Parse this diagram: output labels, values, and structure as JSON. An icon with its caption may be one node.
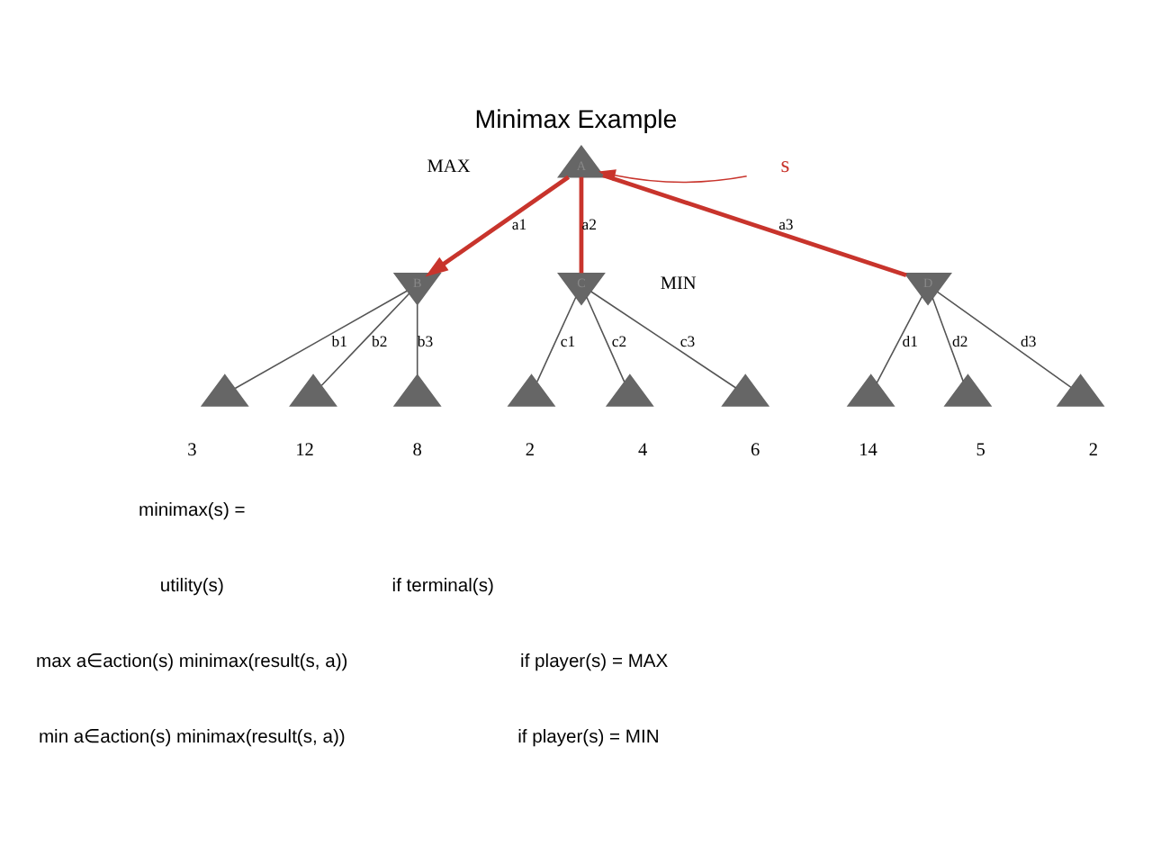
{
  "diagram": {
    "title": "Minimax Example",
    "nodes": [
      {
        "text": [
          "A"
        ]
      },
      {
        "text": [
          "B"
        ]
      },
      {
        "text": [
          "C"
        ]
      },
      {
        "text": [
          "D"
        ]
      },
      {
        "text": [],
        "shape": "triangle",
        "beside": [
          "3"
        ]
      },
      {
        "text": [],
        "shape": "triangle",
        "beside": [
          "12"
        ]
      },
      {
        "text": [],
        "shape": "triangle",
        "beside": [
          "8"
        ]
      },
      {
        "text": [],
        "shape": "triangle",
        "beside": [
          "2"
        ]
      },
      {
        "text": [],
        "shape": "triangle",
        "beside": [
          "4"
        ]
      },
      {
        "text": [],
        "shape": "triangle",
        "beside": [
          "6"
        ]
      },
      {
        "text": [],
        "shape": "triangle",
        "beside": [
          "14"
        ]
      },
      {
        "text": [],
        "shape": "triangle",
        "beside": [
          "5"
        ]
      },
      {
        "text": [],
        "shape": "triangle",
        "beside": [
          "2"
        ]
      },
      {
        "text": [
          "s"
        ]
      }
    ],
    "edges": [
      {
        "from": 0,
        "to": 1,
        "arrow": "to",
        "label": "a1",
        "style": "thick",
        "color": "#c8342c"
      },
      {
        "from": 0,
        "to": 2,
        "arrow": "none",
        "label": "a2",
        "style": "thick",
        "color": "#c8342c"
      },
      {
        "from": 0,
        "to": 3,
        "arrow": "none",
        "label": "a3",
        "style": "thick",
        "color": "#c8342c"
      },
      {
        "from": 1,
        "to": 4,
        "arrow": "none",
        "label": "b1"
      },
      {
        "from": 1,
        "to": 5,
        "arrow": "none",
        "label": "b2"
      },
      {
        "from": 1,
        "to": 6,
        "arrow": "none",
        "label": "b3"
      },
      {
        "from": 2,
        "to": 7,
        "arrow": "none",
        "label": "c1"
      },
      {
        "from": 2,
        "to": 8,
        "arrow": "none",
        "label": "c2"
      },
      {
        "from": 2,
        "to": 9,
        "arrow": "none",
        "label": "c3"
      },
      {
        "from": 3,
        "to": 10,
        "arrow": "none",
        "label": "d1"
      },
      {
        "from": 3,
        "to": 11,
        "arrow": "none",
        "label": "d2"
      },
      {
        "from": 3,
        "to": 12,
        "arrow": "none",
        "label": "d3"
      },
      {
        "from": 13,
        "to": 0,
        "arrow": "to",
        "color": "#c8342c"
      }
    ],
    "labels": [
      "MAX",
      "MIN",
      "minimax(s) =",
      "utility(s)",
      "if terminal(s)",
      "max a∈action(s) minimax(result(s, a))",
      "if player(s) = MAX",
      "min a∈action(s) minimax(result(s, a))",
      "if player(s) = MIN"
    ]
  }
}
